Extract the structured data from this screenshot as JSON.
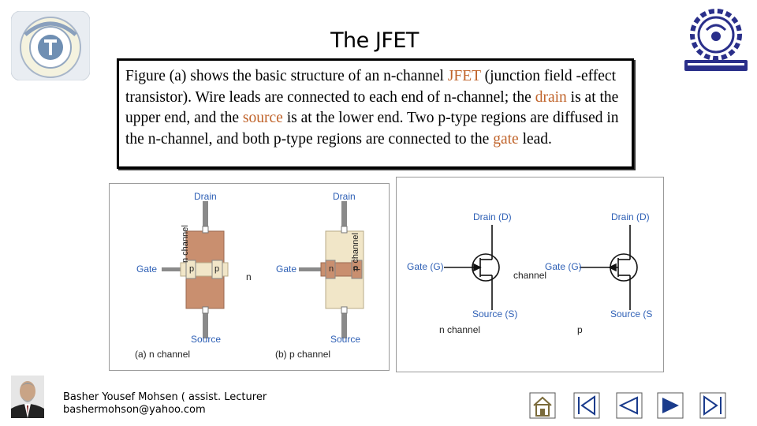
{
  "slide": {
    "title": "The JFET",
    "paragraph": {
      "p1": "Figure (a) shows the basic structure of an n-channel ",
      "k1": "JFET",
      "p2": " (junction field -effect transistor). Wire leads are connected to each end of n-channel; the ",
      "k2": "drain",
      "p3": " is at the upper end, and the ",
      "k3": "source",
      "p4": " is at the lower end. Two p-type regions are diffused in the n-channel, and both p-type regions are connected to the ",
      "k4": "gate",
      "p5": " lead."
    },
    "highlight_color": "#c0632a"
  },
  "structure_figure": {
    "left": {
      "drain": "Drain",
      "gate": "Gate",
      "source": "Source",
      "channel": "n channel",
      "region": "p",
      "caption": "(a) n channel"
    },
    "middle_letter": "n",
    "right": {
      "drain": "Drain",
      "gate": "Gate",
      "source": "Source",
      "channel": "p channel",
      "region": "n",
      "caption": "(b) p channel"
    },
    "colors": {
      "n_channel": "#c98f6f",
      "p_channel": "#f1e6c8",
      "p_region": "#f1e6c8",
      "n_region": "#c98f6f",
      "wire": "#8a8a8a",
      "label": "#2d5fb5"
    }
  },
  "symbol_figure": {
    "left": {
      "drain": "Drain (D)",
      "gate": "Gate (G)",
      "source": "Source (S)",
      "caption": "n channel"
    },
    "middle_word": "channel",
    "right": {
      "drain": "Drain (D)",
      "gate": "Gate (G)",
      "source": "Source (S",
      "caption": "p"
    }
  },
  "footer": {
    "author": "Basher Yousef Mohsen ( assist. Lecturer",
    "email": "bashermohson@yahoo.com"
  },
  "nav": {
    "buttons": [
      "home",
      "first",
      "previous",
      "next",
      "last"
    ],
    "colors": {
      "home": "#7a6a3a",
      "arrows": "#1a3b8c"
    }
  }
}
